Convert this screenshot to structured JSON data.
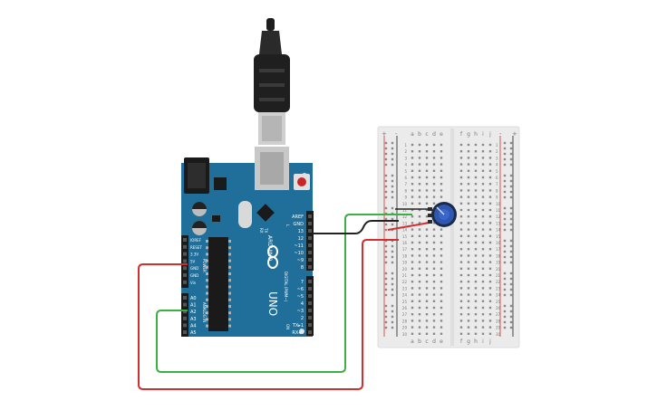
{
  "arduino": {
    "brand": "ARDUINO",
    "model": "UNO",
    "header_top": [
      "AREF",
      "GND",
      "13",
      "12",
      "~11",
      "~10",
      "~9",
      "8"
    ],
    "header_bottom": [
      "7",
      "~6",
      "~5",
      "4",
      "~3",
      "2",
      "TX▸1",
      "RX◂0"
    ],
    "digital_title": "DIGITAL (PWM~)",
    "power_pins": [
      "IOREF",
      "RESET",
      "3.3V",
      "5V",
      "GND",
      "GND",
      "Vin"
    ],
    "power_title": "POWER",
    "analog_pins": [
      "A0",
      "A1",
      "A2",
      "A3",
      "A4",
      "A5"
    ],
    "analog_title": "ANALOG IN",
    "tx": "TX",
    "rx": "RX",
    "l": "L",
    "on": "ON"
  },
  "breadboard": {
    "columns": [
      "a",
      "b",
      "c",
      "d",
      "e",
      "f",
      "g",
      "h",
      "i",
      "j"
    ],
    "rows": [
      "1",
      "2",
      "3",
      "4",
      "5",
      "6",
      "7",
      "8",
      "9",
      "10",
      "11",
      "12",
      "13",
      "14",
      "15",
      "16",
      "17",
      "18",
      "19",
      "20",
      "21",
      "22",
      "23",
      "24",
      "25",
      "26",
      "27",
      "28",
      "29",
      "30"
    ],
    "rail_plus": "+",
    "rail_minus": "-"
  },
  "wires": {
    "power_color": "#d32f2f",
    "ground_color": "#222222",
    "signal_color": "#3cb043"
  }
}
